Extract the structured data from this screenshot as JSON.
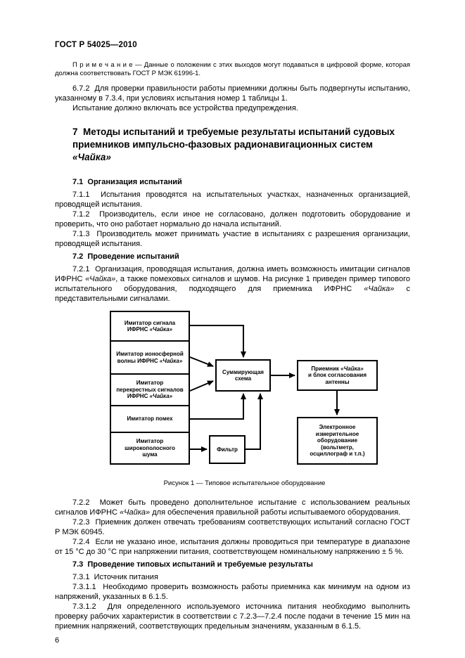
{
  "header": {
    "title": "ГОСТ Р 54025—2010"
  },
  "footer": {
    "page_number": "6"
  },
  "blocks_top": [
    {
      "type": "note",
      "name": "note-data-outputs",
      "segments": [
        {
          "t": "П р и м е ч а н и е — Данные о положении с этих выходов могут подаваться в цифровой форме, которая должна соответствовать ГОСТ Р МЭК 61996-1."
        }
      ]
    },
    {
      "type": "p",
      "name": "paragraph-6-7-2",
      "segments": [
        {
          "t": "6.7.2  Для проверки правильности работы приемники должны быть подвергнуты испытанию, указанному в 7.3.4, при условиях испытания номер 1 таблицы 1."
        }
      ]
    },
    {
      "type": "p",
      "name": "paragraph-6-7-2-continued",
      "segments": [
        {
          "t": "Испытание должно включать все устройства предупреждения."
        }
      ]
    },
    {
      "type": "h1",
      "name": "section-7-heading",
      "segments": [
        {
          "t": "7  Методы испытаний и требуемые результаты испытаний судовых приемников импульсно-фазовых радионавигационных систем "
        },
        {
          "t": "«Чайка»",
          "i": true
        }
      ]
    },
    {
      "type": "h2",
      "name": "section-7-1-heading",
      "segments": [
        {
          "t": "7.1  Организация испытаний"
        }
      ]
    },
    {
      "type": "p",
      "name": "paragraph-7-1-1",
      "segments": [
        {
          "t": "7.1.1  Испытания проводятся на испытательных участках, назначенных организацией, проводящей испытания."
        }
      ]
    },
    {
      "type": "p",
      "name": "paragraph-7-1-2",
      "segments": [
        {
          "t": "7.1.2  Производитель, если иное не согласовано, должен подготовить оборудование и проверить, что оно работает нормально до начала испытаний."
        }
      ]
    },
    {
      "type": "p",
      "name": "paragraph-7-1-3",
      "segments": [
        {
          "t": "7.1.3  Производитель может принимать участие в испытаниях с разрешения организации, проводящей испытания."
        }
      ]
    },
    {
      "type": "h2",
      "name": "section-7-2-heading",
      "segments": [
        {
          "t": "7.2  Проведение испытаний"
        }
      ]
    },
    {
      "type": "p",
      "name": "paragraph-7-2-1",
      "segments": [
        {
          "t": "7.2.1  Организация, проводящая испытания, должна иметь возможность имитации сигналов ИФРНС "
        },
        {
          "t": "«Чайка»",
          "i": true
        },
        {
          "t": ", а также помеховых сигналов и шумов. На рисунке 1 приведен пример типового испытательного оборудования, подходящего для приемника ИФРНС "
        },
        {
          "t": "«Чайка»",
          "i": true
        },
        {
          "t": " с представительными сигналами."
        }
      ]
    }
  ],
  "figure": {
    "caption": "Рисунок 1 — Типовое испытательное оборудование",
    "boxes": {
      "sim_signal": [
        {
          "t": "Имитатор сигнала\nИФРНС "
        },
        {
          "t": "«Чайка»",
          "i": true
        }
      ],
      "sim_iono": [
        {
          "t": "Имитатор ионосферной\nволны ИФРНС "
        },
        {
          "t": "«Чайка»",
          "i": true
        }
      ],
      "sim_cross": [
        {
          "t": "Имитатор\nперекрестных сигналов\nИФРНС "
        },
        {
          "t": "«Чайка»",
          "i": true
        }
      ],
      "sim_interf": [
        {
          "t": "Имитатор помех"
        }
      ],
      "sim_noise": [
        {
          "t": "Имитатор\nширокополосного\nшума"
        }
      ],
      "summing": [
        {
          "t": "Суммирующая\nсхема"
        }
      ],
      "filter": [
        {
          "t": "Фильтр"
        }
      ],
      "receiver": [
        {
          "t": "Приемник "
        },
        {
          "t": "«Чайка»",
          "i": true
        },
        {
          "t": "\nи блок согласования\nантенны"
        }
      ],
      "electronic": [
        {
          "t": "Электронное\nизмерительное\nоборудование\n(вольтметр,\nосциллограф и т.п.)"
        }
      ]
    }
  },
  "blocks_bottom": [
    {
      "type": "p",
      "name": "paragraph-7-2-2",
      "segments": [
        {
          "t": "7.2.2  Может быть проведено дополнительное испытание с использованием реальных сигналов ИФРНС "
        },
        {
          "t": "«Чайка»",
          "i": true
        },
        {
          "t": " для обеспечения правильной работы испытываемого оборудования."
        }
      ]
    },
    {
      "type": "p",
      "name": "paragraph-7-2-3",
      "segments": [
        {
          "t": "7.2.3  Приемник должен отвечать требованиям соответствующих испытаний согласно ГОСТ Р МЭК 60945."
        }
      ]
    },
    {
      "type": "p",
      "name": "paragraph-7-2-4",
      "segments": [
        {
          "t": "7.2.4  Если не указано иное, испытания должны проводиться при температуре в диапазоне от 15 °С до 30 °С при напряжении питания, соответствующем номинальному напряжению ± 5 %."
        }
      ]
    },
    {
      "type": "h2",
      "name": "section-7-3-heading",
      "segments": [
        {
          "t": "7.3  Проведение типовых испытаний и требуемые результаты"
        }
      ]
    },
    {
      "type": "p",
      "name": "paragraph-7-3-1",
      "segments": [
        {
          "t": "7.3.1  Источник питания"
        }
      ]
    },
    {
      "type": "p",
      "name": "paragraph-7-3-1-1",
      "segments": [
        {
          "t": "7.3.1.1  Необходимо проверить возможность работы приемника как минимум на одном из напряжений, указанных в 6.1.5."
        }
      ]
    },
    {
      "type": "p",
      "name": "paragraph-7-3-1-2",
      "segments": [
        {
          "t": "7.3.1.2  Для определенного используемого источника питания необходимо выполнить проверку рабочих характеристик в соответствии с 7.2.3—7.2.4 после подачи в течение 15 мин на приемник напряжений, соответствующих предельным значениям, указанным в 6.1.5."
        }
      ]
    }
  ]
}
